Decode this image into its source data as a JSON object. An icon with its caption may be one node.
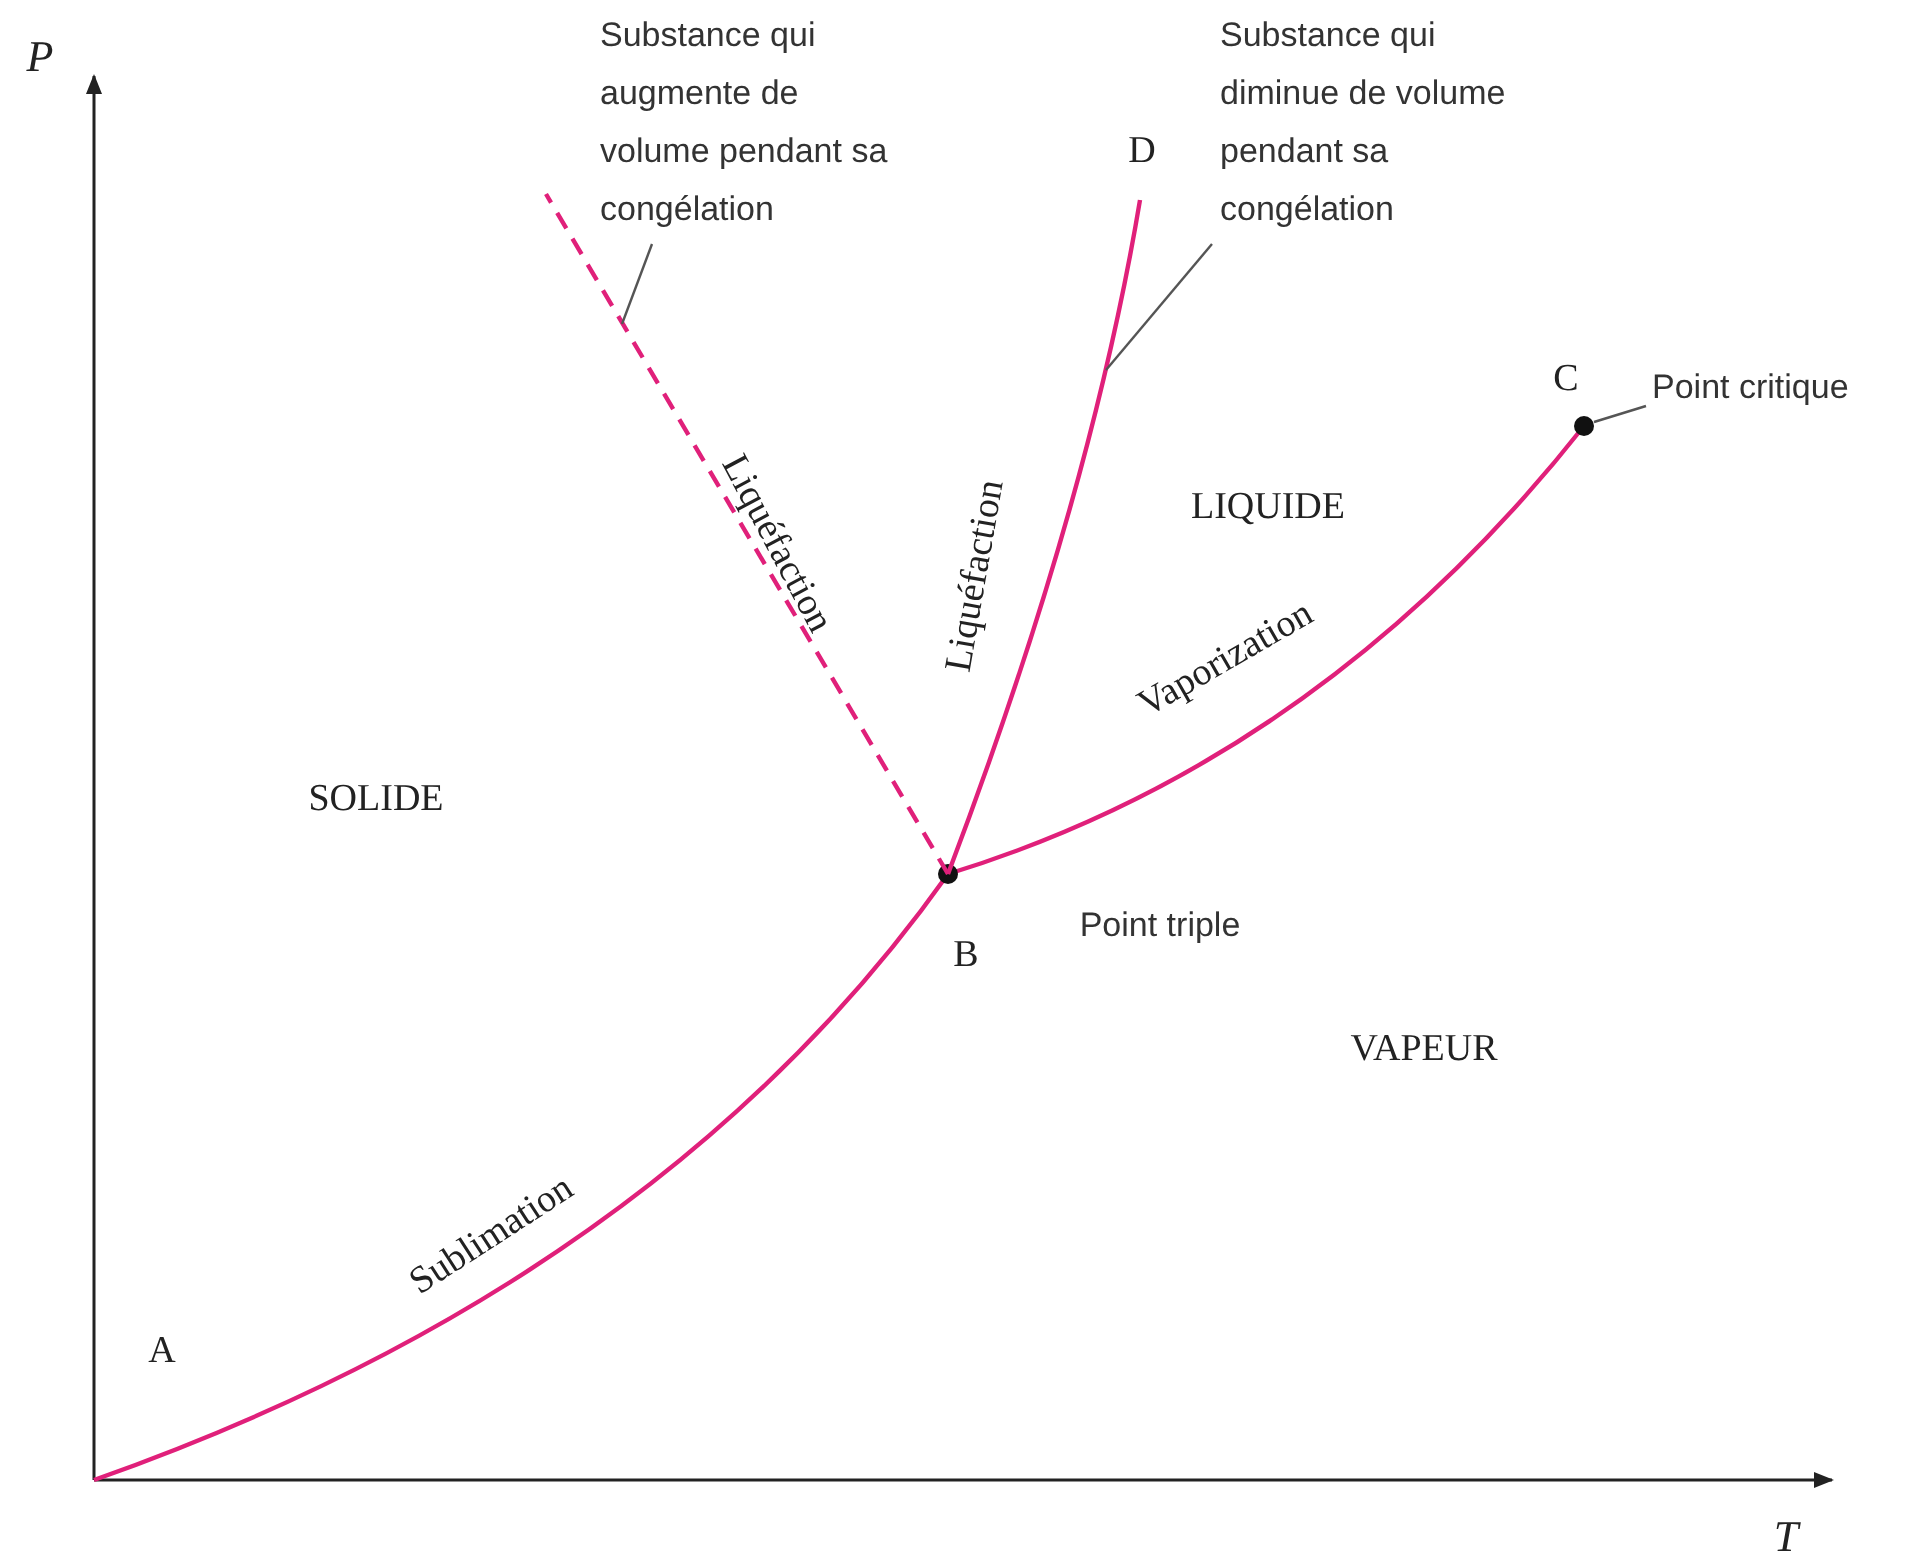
{
  "diagram": {
    "nodes": [
      {
        "text": [
          "Substance qui augmente de volume pendant sa congélation"
        ]
      },
      {
        "text": [],
        "shape": "line"
      },
      {
        "text": [
          "Substance qui diminue de volume pendant sa congélation"
        ]
      },
      {
        "text": [],
        "shape": "line"
      },
      {
        "text": [
          "Point critique"
        ]
      },
      {
        "text": [],
        "shape": "circle"
      }
    ],
    "edges": [
      {
        "from": 0,
        "to": 1,
        "arrow": "none"
      },
      {
        "from": 2,
        "to": 3,
        "arrow": "none"
      },
      {
        "from": 4,
        "to": 5,
        "arrow": "none"
      }
    ],
    "labels": [
      "P",
      "D",
      "C",
      "Liquéfaction",
      "Liquéfaction",
      "LIQUIDE",
      "Vaporization",
      "SOLIDE",
      "B",
      "Point triple",
      "VAPEUR",
      "Sublimation",
      "A",
      "T"
    ]
  }
}
